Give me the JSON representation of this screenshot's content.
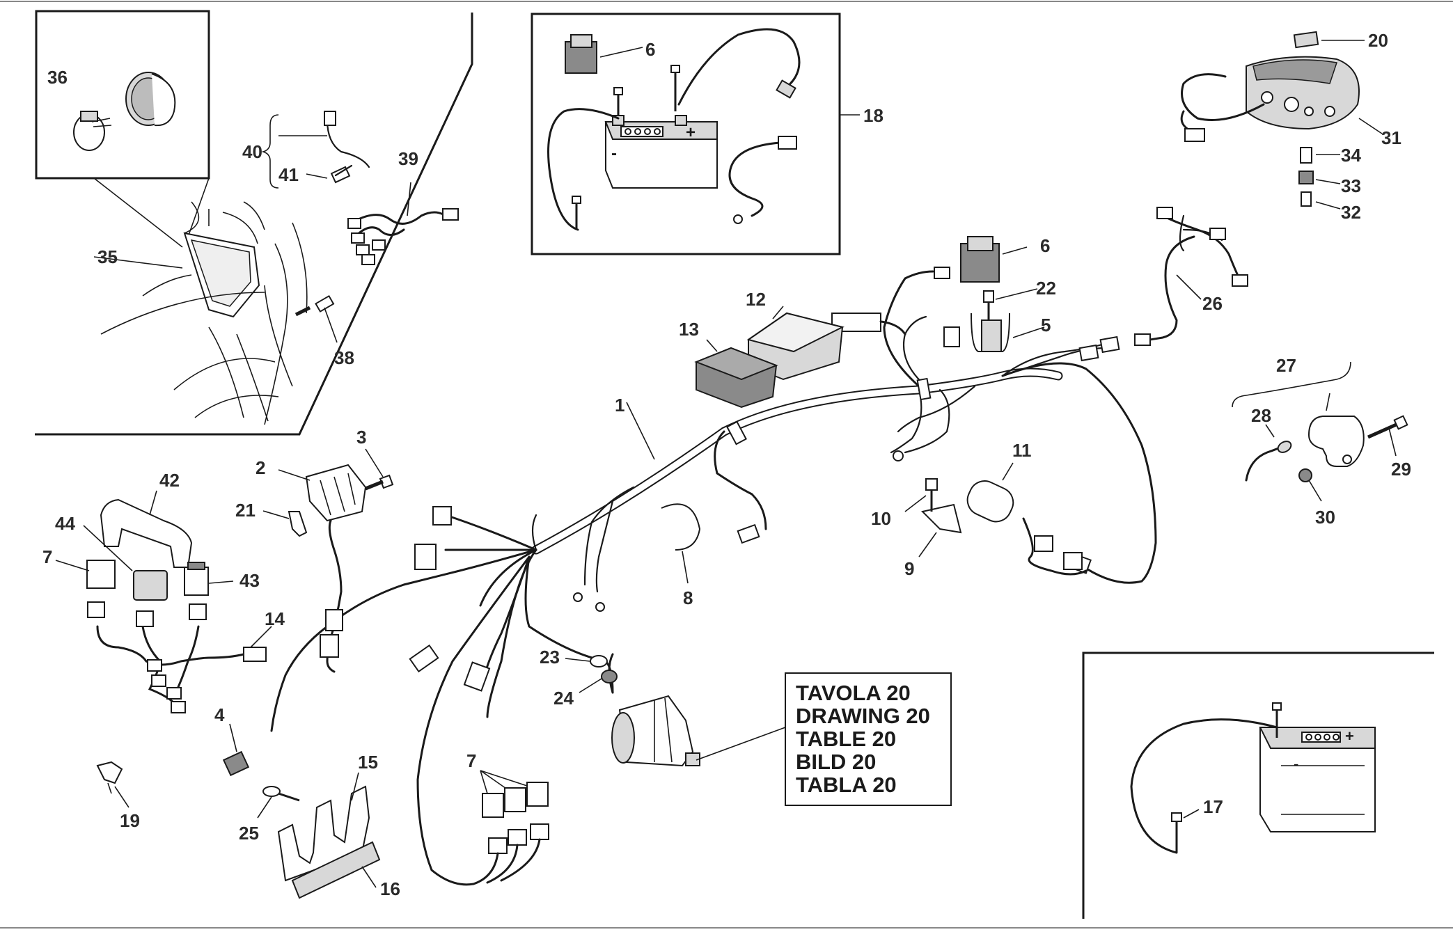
{
  "labels": {
    "l1": "1",
    "l2": "2",
    "l3": "3",
    "l4": "4",
    "l5": "5",
    "l6a": "6",
    "l6b": "6",
    "l7a": "7",
    "l7b": "7",
    "l8": "8",
    "l9": "9",
    "l10": "10",
    "l11": "11",
    "l12": "12",
    "l13": "13",
    "l14": "14",
    "l15": "15",
    "l16": "16",
    "l17": "17",
    "l18": "18",
    "l19": "19",
    "l20": "20",
    "l21": "21",
    "l22": "22",
    "l23": "23",
    "l24": "24",
    "l25": "25",
    "l26": "26",
    "l27": "27",
    "l28": "28",
    "l29": "29",
    "l30": "30",
    "l31": "31",
    "l32": "32",
    "l33": "33",
    "l34": "34",
    "l35": "35",
    "l36": "36",
    "l38": "38",
    "l39": "39",
    "l40": "40",
    "l41": "41",
    "l42": "42",
    "l43": "43",
    "l44": "44"
  },
  "reference": {
    "line1": "TAVOLA 20",
    "line2": "DRAWING 20",
    "line3": "TABLE 20",
    "line4": "BILD 20",
    "line5": "TABLA 20"
  }
}
